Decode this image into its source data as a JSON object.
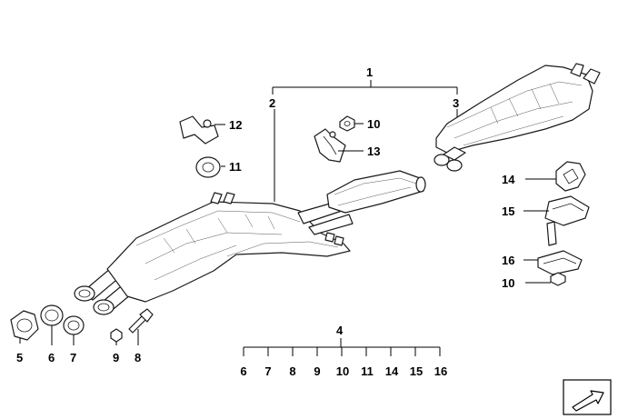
{
  "callouts": {
    "c1": "1",
    "c2": "2",
    "c3": "3",
    "c4": "4",
    "c5": "5",
    "c6": "6",
    "c7": "7",
    "c8": "8",
    "c9": "9",
    "c10a": "10",
    "c10b": "10",
    "c11": "11",
    "c12": "12",
    "c13": "13",
    "c14": "14",
    "c15": "15",
    "c16": "16"
  },
  "group4": [
    "6",
    "7",
    "8",
    "9",
    "10",
    "11",
    "14",
    "15",
    "16"
  ],
  "colors": {
    "line": "#1a1a1a",
    "background": "#ffffff"
  },
  "nav_icon": "next-arrow-icon"
}
